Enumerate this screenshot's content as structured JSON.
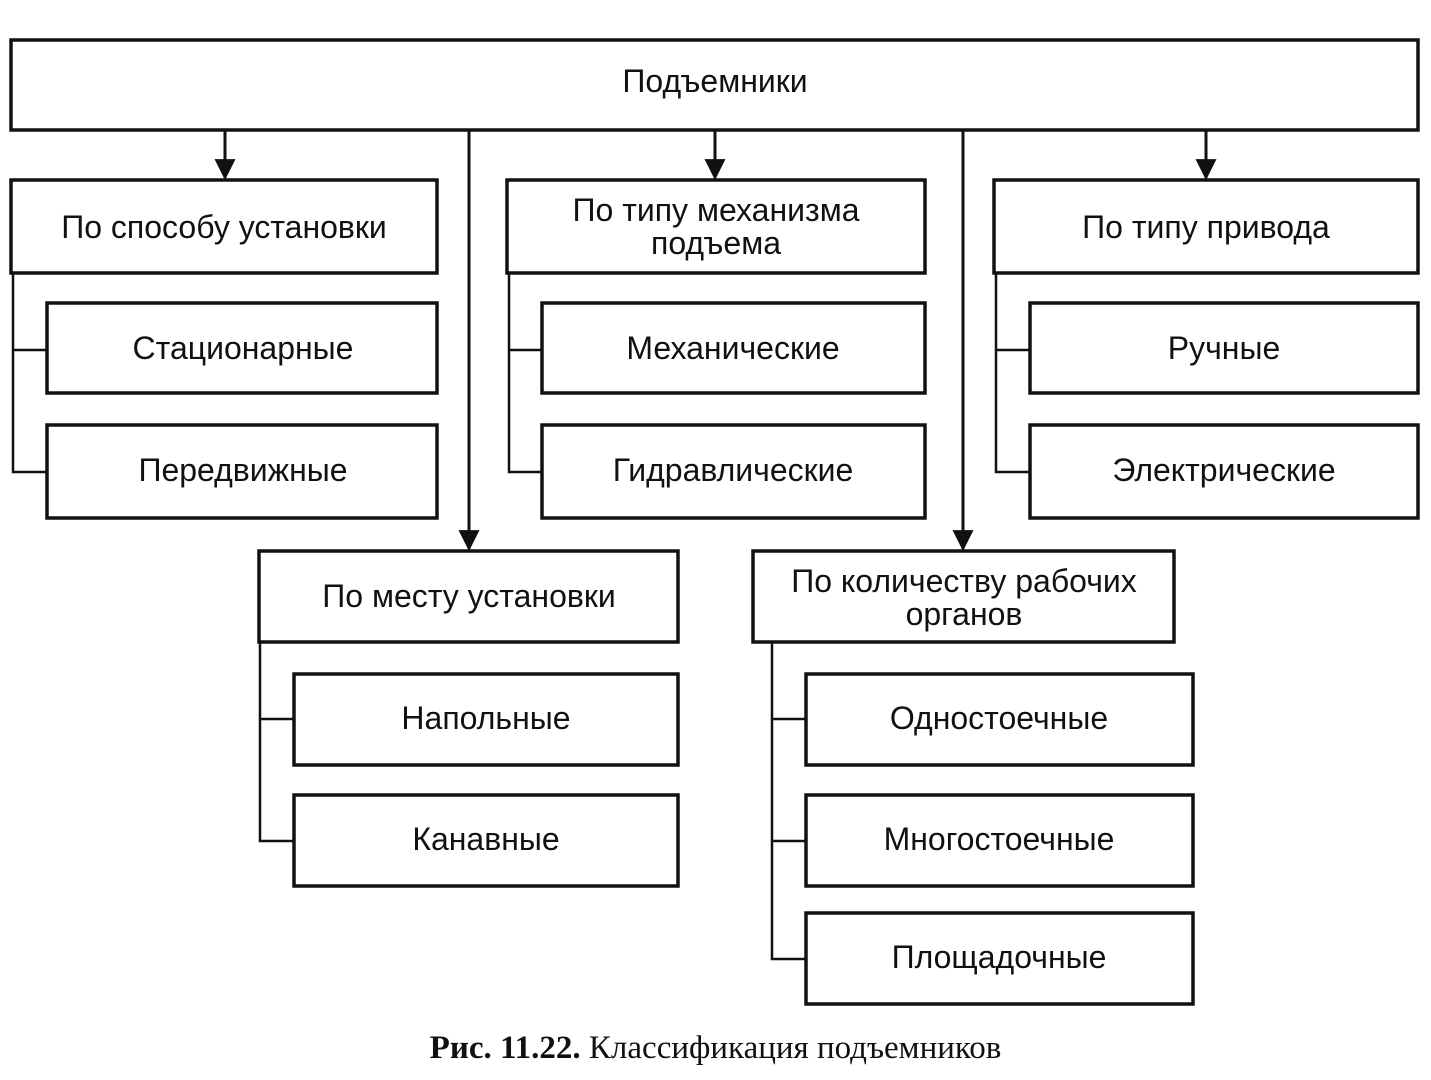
{
  "root": {
    "label": "Подъемники"
  },
  "categories": {
    "installation_method": {
      "title": "По способу установки",
      "items": [
        "Стационарные",
        "Передвижные"
      ]
    },
    "lift_mechanism": {
      "title_lines": [
        "По типу механизма",
        "подъема"
      ],
      "items": [
        "Механические",
        "Гидравлические"
      ]
    },
    "drive_type": {
      "title": "По типу привода",
      "items": [
        "Ручные",
        "Электрические"
      ]
    },
    "installation_place": {
      "title": "По месту установки",
      "items": [
        "Напольные",
        "Канавные"
      ]
    },
    "working_units": {
      "title_lines": [
        "По количеству рабочих",
        "органов"
      ],
      "items": [
        "Одностоечные",
        "Многостоечные",
        "Площадочные"
      ]
    }
  },
  "caption": {
    "label": "Рис. 11.22.",
    "text": "Классификация подъемников"
  },
  "colors": {
    "line": "#111111",
    "background": "#ffffff"
  }
}
